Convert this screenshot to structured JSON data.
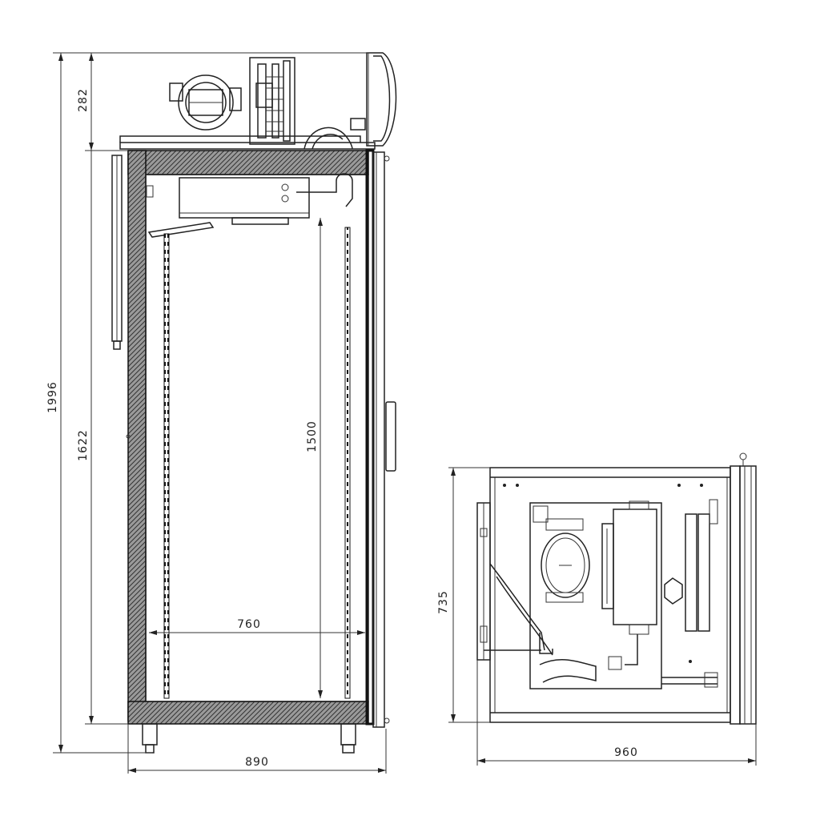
{
  "drawing": {
    "dimensions": {
      "overall_height": "1996",
      "top_unit_height": "282",
      "cabinet_height": "1622",
      "door_opening_height": "1500",
      "inner_width": "760",
      "overall_width": "890",
      "unit_depth": "960",
      "unit_height": "735"
    },
    "colors": {
      "line": "#222222",
      "insulation": "#555555",
      "background": "#ffffff"
    }
  }
}
